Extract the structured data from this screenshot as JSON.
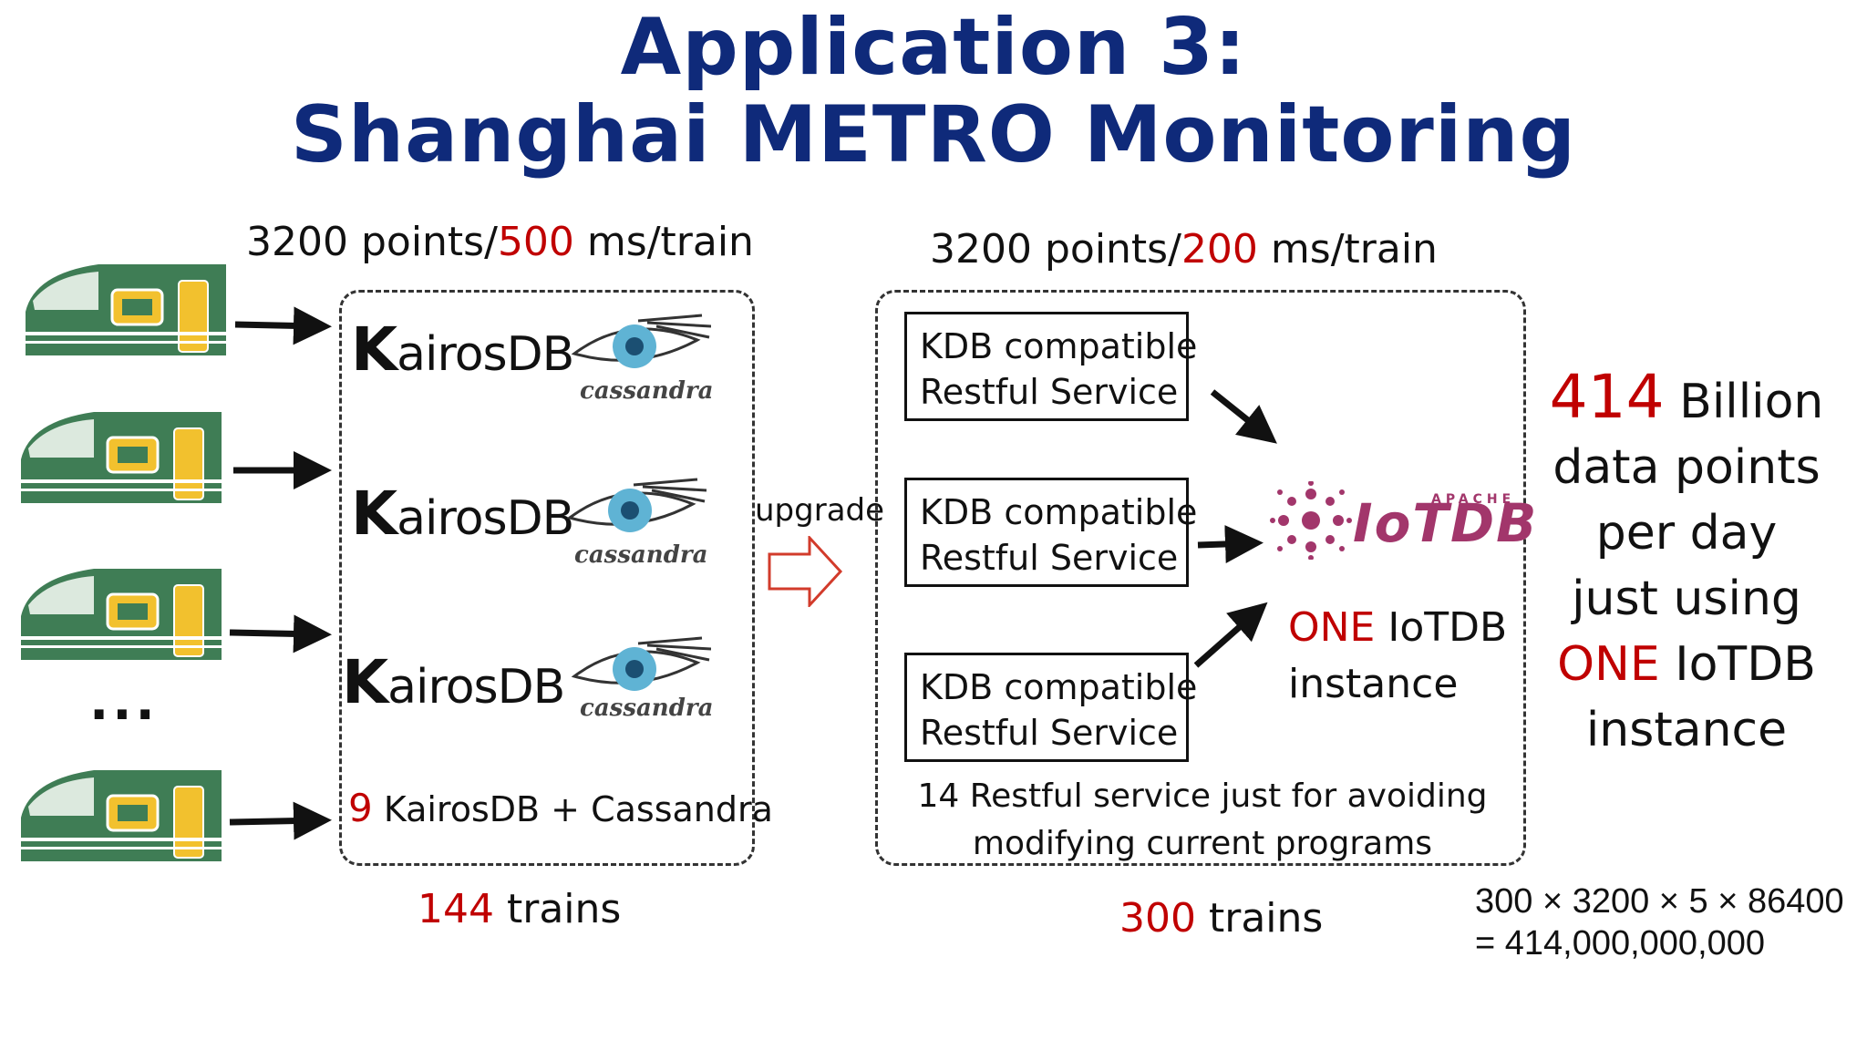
{
  "title": {
    "line1": "Application 3:",
    "line2": "Shanghai METRO Monitoring"
  },
  "left": {
    "rate_prefix": "3200 points/",
    "rate_value": "500",
    "rate_suffix": " ms/train",
    "logo_kairos": "airosDB",
    "logo_kairos_k": "K",
    "logo_cassandra": "cassandra",
    "ellipsis": "...",
    "count_value": "9",
    "count_label": " KairosDB + Cassandra",
    "trains_value": "144",
    "trains_label": " trains"
  },
  "middle": {
    "upgrade_label": "upgrade"
  },
  "right": {
    "rate_prefix": "3200 points/",
    "rate_value": "200",
    "rate_suffix": " ms/train",
    "services": [
      {
        "line1": "KDB compatible",
        "line2": "Restful Service"
      },
      {
        "line1": "KDB compatible",
        "line2": "Restful Service"
      },
      {
        "line1": "KDB compatible",
        "line2": "Restful Service"
      }
    ],
    "iotdb_logo": "IoTDB",
    "iotdb_apache": "APACHE",
    "instance_one": "ONE",
    "instance_rest": " IoTDB",
    "instance_line2": "instance",
    "note_line1": "14 Restful service just for avoiding",
    "note_line2": "modifying current programs",
    "trains_value": "300",
    "trains_label": " trains"
  },
  "summary": {
    "value": "414",
    "line1_rest": " Billion",
    "line2": "data points",
    "line3": "per day",
    "line4": "just using",
    "one": "ONE",
    "line5_rest": " IoTDB",
    "line6": "instance"
  },
  "formula": {
    "line1": "300 × 3200 × 5 × 86400",
    "line2": "= 414,000,000,000"
  },
  "colors": {
    "title": "#0f2a7a",
    "accent_red": "#c00000",
    "train_green": "#3f7d55",
    "train_yellow": "#f2c12e",
    "iotdb_purple": "#a2366b"
  }
}
